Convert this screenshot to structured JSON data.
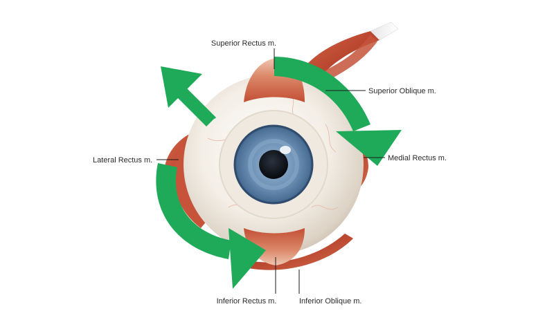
{
  "labels": {
    "superior_rectus": "Superior Rectus m.",
    "superior_oblique": "Superior Oblique m.",
    "lateral_rectus": "Lateral Rectus m.",
    "medial_rectus": "Medial Rectus m.",
    "inferior_rectus": "Inferior Rectus m.",
    "inferior_oblique": "Inferior Oblique m."
  },
  "colors": {
    "arrow": "#1faa5a",
    "muscle": "#c8553a",
    "muscle_light": "#e79a7d",
    "sclera": "#f1ece4",
    "iris": "#6e93b8",
    "pupil": "#101820"
  }
}
